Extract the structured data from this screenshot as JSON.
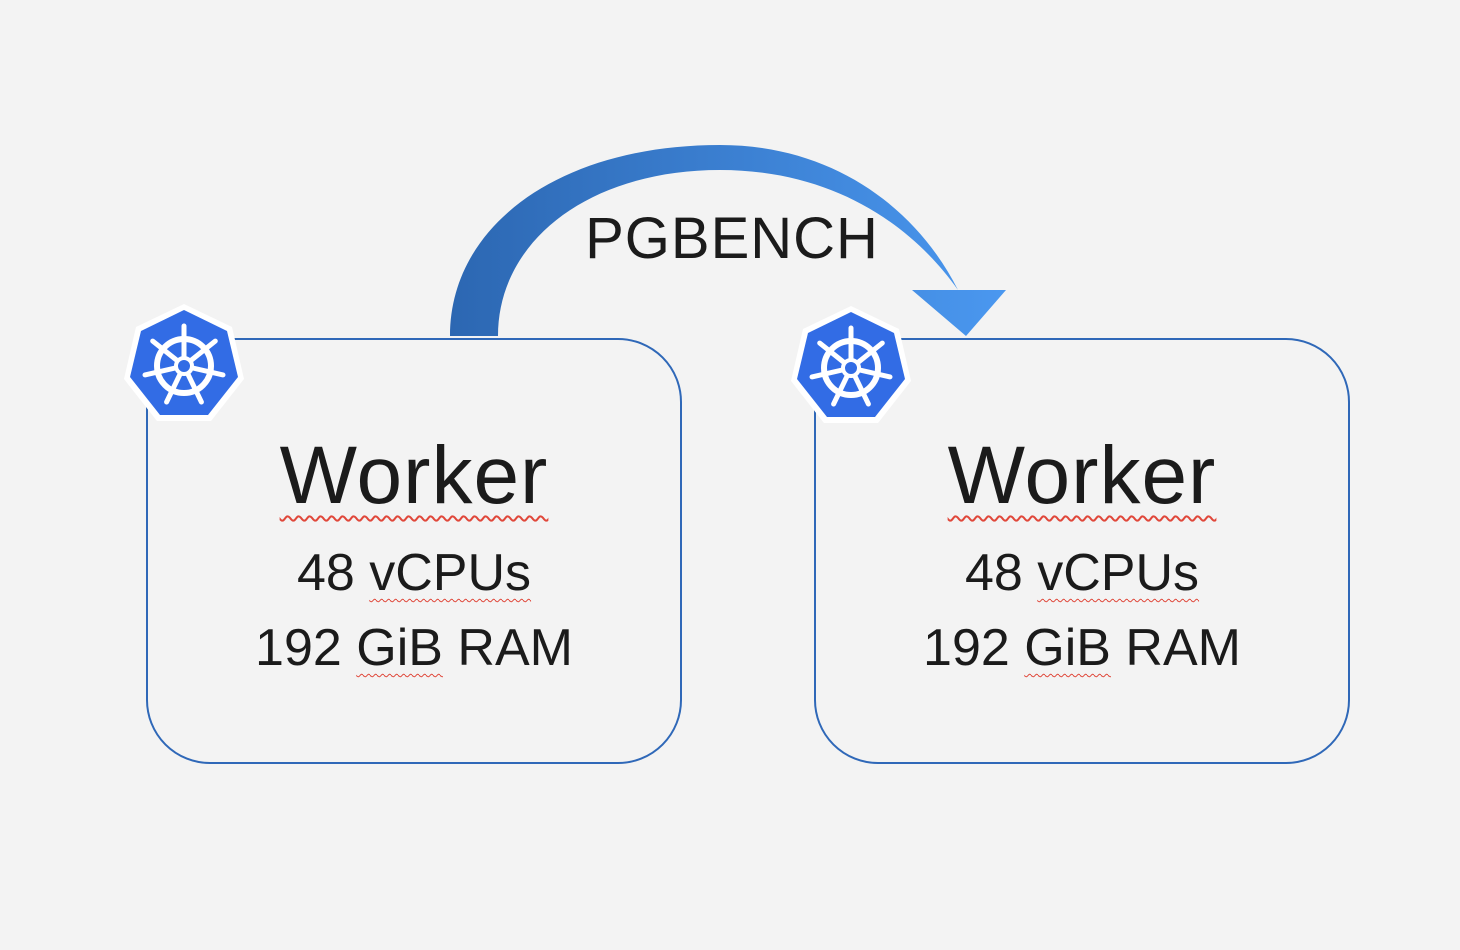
{
  "diagram": {
    "edge": {
      "label": "PGBENCH",
      "color_start": "#2c67b2",
      "color_end": "#4a97ef"
    },
    "nodes": [
      {
        "title": "Worker",
        "cpu_value": "48",
        "cpu_unit": "vCPUs",
        "ram_value": "192",
        "ram_unit": "GiB",
        "ram_suffix": "RAM",
        "icon": "kubernetes-helm-icon"
      },
      {
        "title": "Worker",
        "cpu_value": "48",
        "cpu_unit": "vCPUs",
        "ram_value": "192",
        "ram_unit": "GiB",
        "ram_suffix": "RAM",
        "icon": "kubernetes-helm-icon"
      }
    ],
    "colors": {
      "background": "#f3f3f3",
      "node_border": "#2f68b8",
      "icon_fill": "#326ce5",
      "spellcheck_underline": "#e0473a"
    }
  }
}
